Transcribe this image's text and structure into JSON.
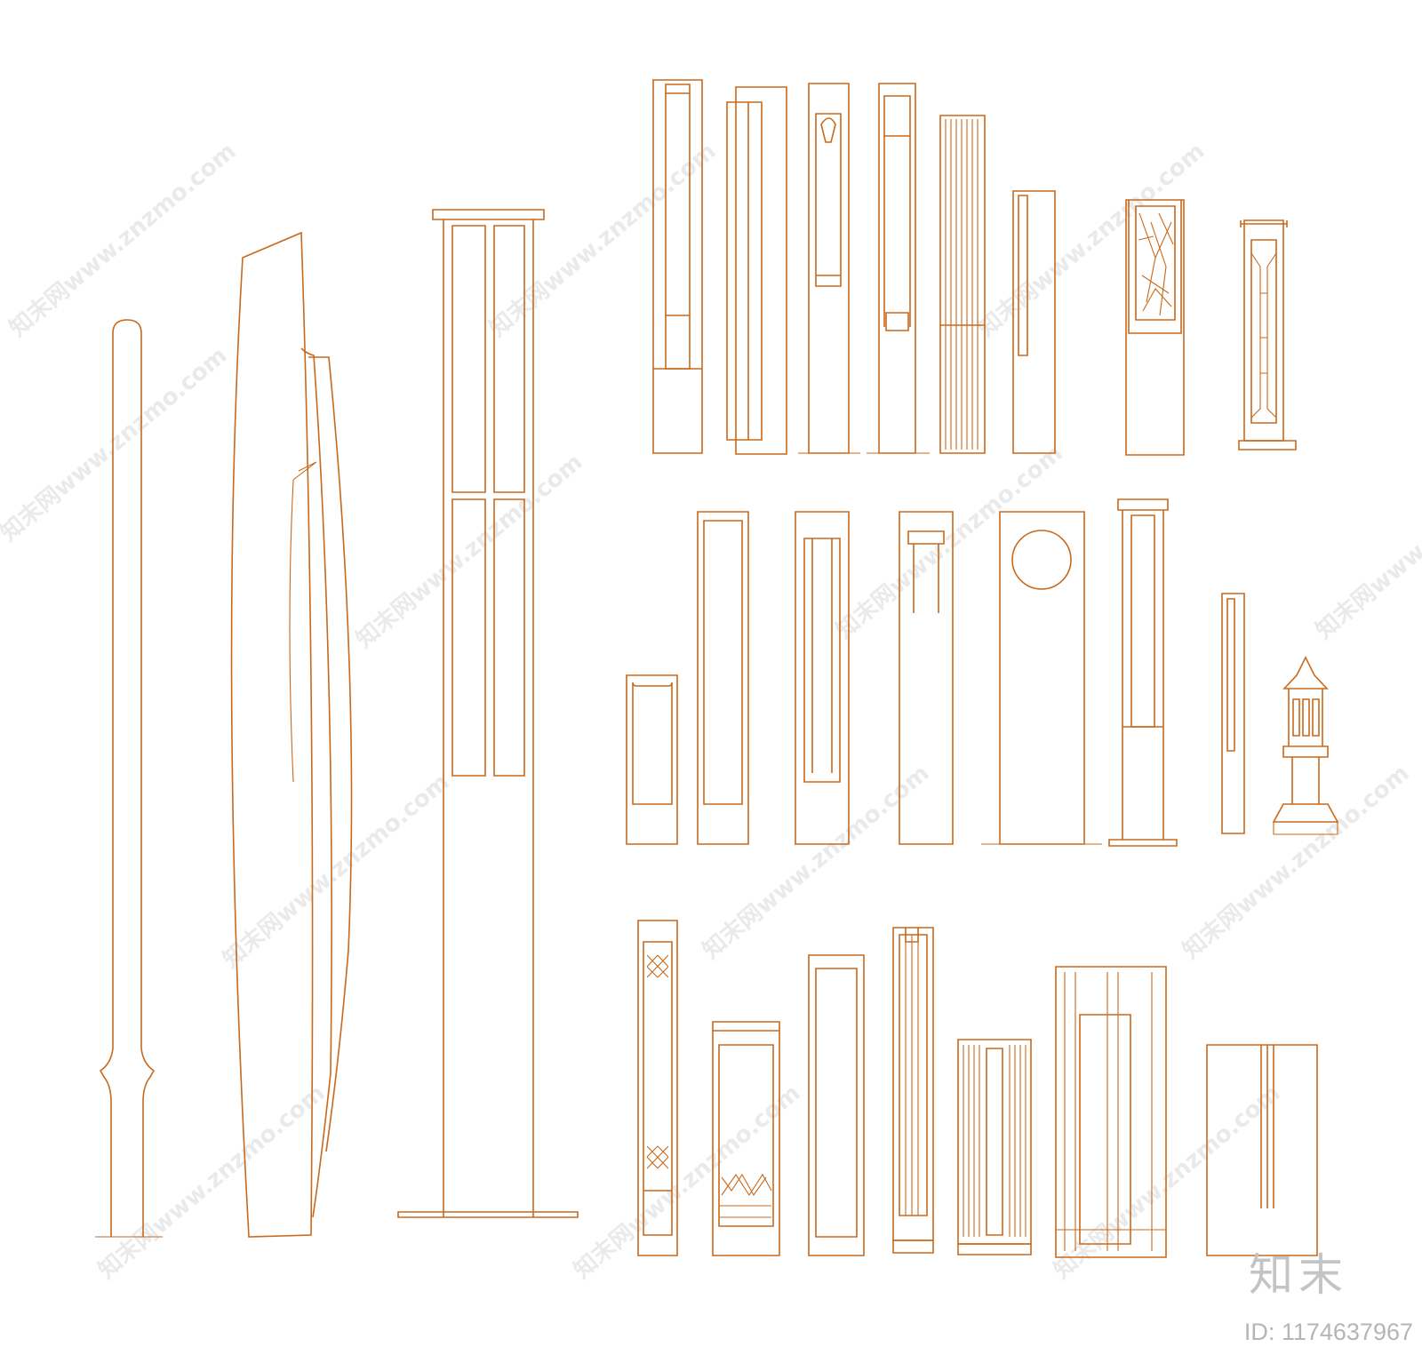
{
  "drawing": {
    "line_color": "#c8691c",
    "watermark_text": "知末网www.znzmo.com"
  },
  "branding": {
    "logo_text": "知末",
    "id_text": "ID: 1174637967"
  }
}
